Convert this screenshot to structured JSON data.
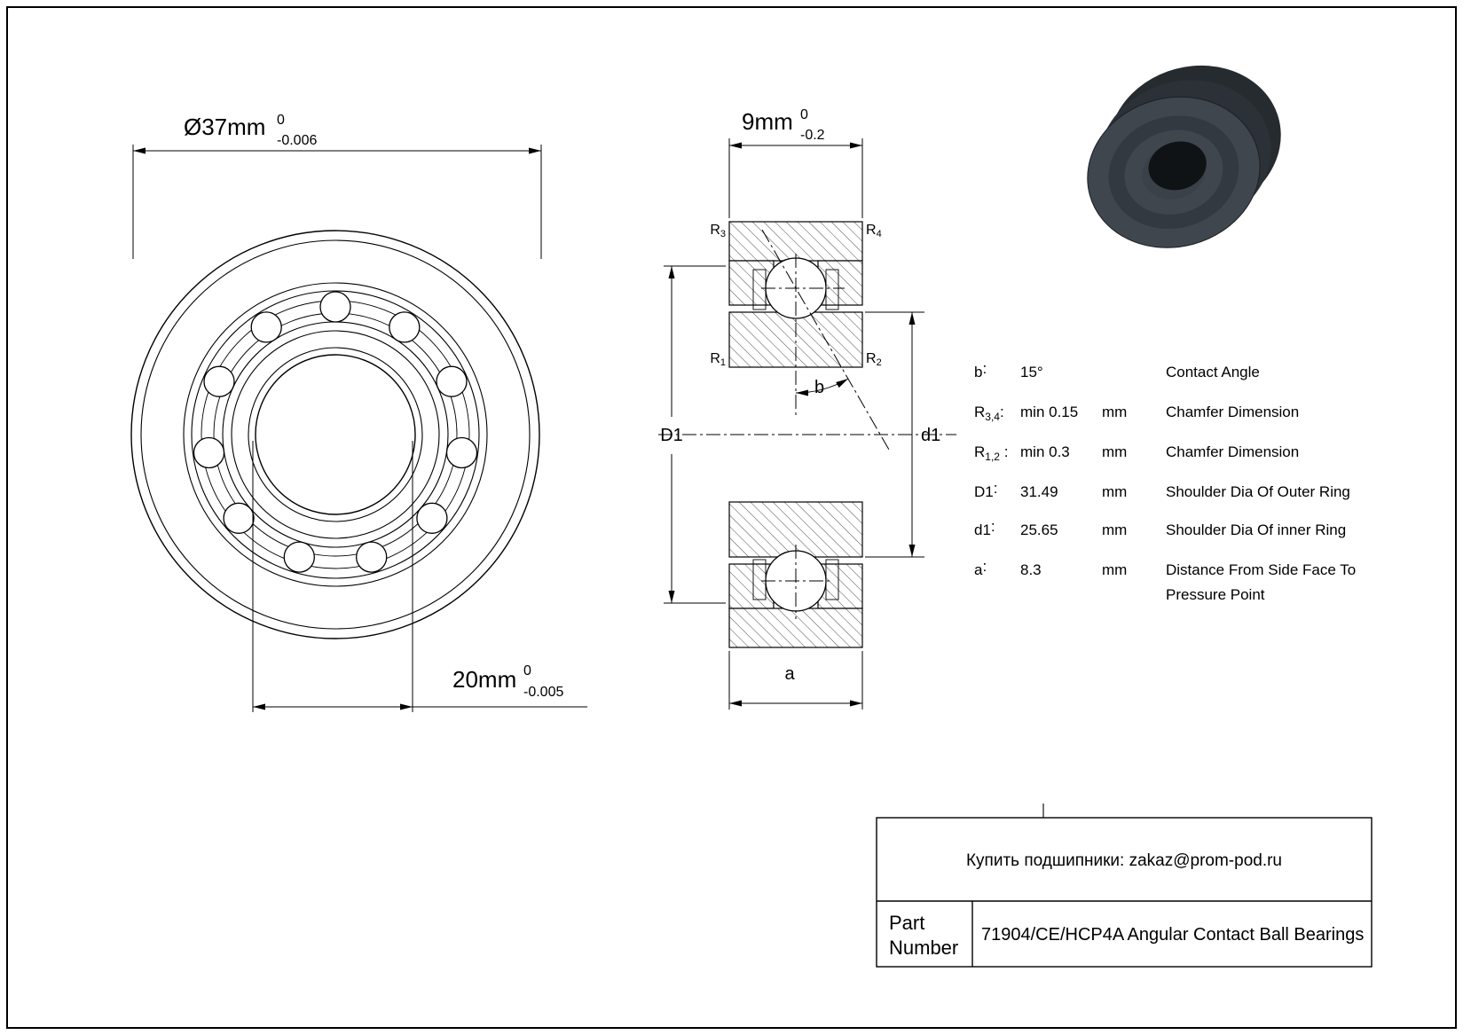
{
  "front": {
    "dim_outer": {
      "main": "Ø37mm",
      "sup": "0",
      "sub": "-0.006"
    },
    "dim_bore": {
      "main": "20mm",
      "sup": "0",
      "sub": "-0.005"
    }
  },
  "section": {
    "dim_width": {
      "main": "9mm",
      "sup": "0",
      "sub": "-0.2"
    },
    "chamfer_r3": {
      "base": "R",
      "sub": "3"
    },
    "chamfer_r4": {
      "base": "R",
      "sub": "4"
    },
    "chamfer_r1": {
      "base": "R",
      "sub": "1"
    },
    "chamfer_r2": {
      "base": "R",
      "sub": "2"
    },
    "label_D1": "D1",
    "label_d1": "d1",
    "label_b": "b",
    "label_a": "a"
  },
  "spec_table": {
    "rows": [
      {
        "lb": "b",
        "ls": "",
        "le": ":",
        "value": "15°",
        "unit": "",
        "desc": "Contact Angle",
        "desc2": ""
      },
      {
        "lb": "R",
        "ls": "3,4",
        "le": ":",
        "value": "min 0.15",
        "unit": "mm",
        "desc": "Chamfer Dimension",
        "desc2": ""
      },
      {
        "lb": "R",
        "ls": "1,2",
        "le": " :",
        "value": "min 0.3",
        "unit": "mm",
        "desc": "Chamfer Dimension",
        "desc2": ""
      },
      {
        "lb": "D1",
        "ls": "",
        "le": ":",
        "value": "31.49",
        "unit": "mm",
        "desc": "Shoulder Dia Of Outer Ring",
        "desc2": ""
      },
      {
        "lb": "d1",
        "ls": "",
        "le": ":",
        "value": "25.65",
        "unit": "mm",
        "desc": "Shoulder Dia Of inner Ring",
        "desc2": ""
      },
      {
        "lb": "a",
        "ls": "",
        "le": ":",
        "value": "8.3",
        "unit": "mm",
        "desc": "Distance From Side Face To",
        "desc2": "Pressure Point"
      }
    ]
  },
  "title_block": {
    "contact": "Купить подшипники: zakaz@prom-pod.ru",
    "part_label_line1": "Part",
    "part_label_line2": "Number",
    "part_number": "71904/CE/HCP4A Angular Contact Ball Bearings"
  },
  "colors": {
    "line": "#000000",
    "render_body": "#3f464e",
    "render_groove": "#333940",
    "render_band": "#2c3137",
    "render_shadow": "#262b30",
    "render_wall": "#3a4148",
    "render_hole": "#101316"
  }
}
